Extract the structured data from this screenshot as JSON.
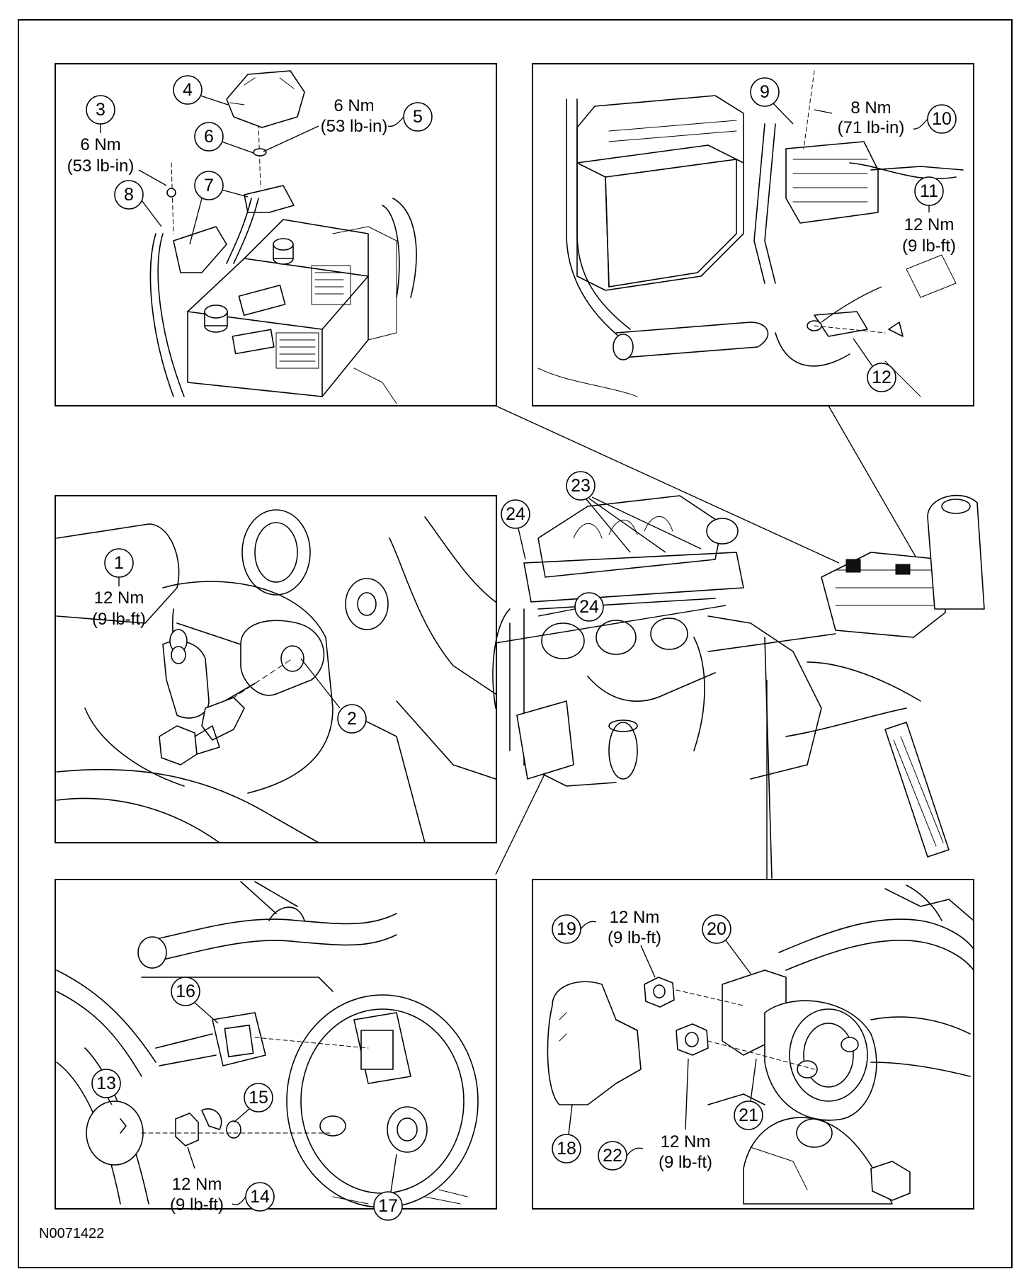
{
  "figure_id": "N0071422",
  "callouts": {
    "c1": "1",
    "c2": "2",
    "c3": "3",
    "c4": "4",
    "c5": "5",
    "c6": "6",
    "c7": "7",
    "c8": "8",
    "c9": "9",
    "c10": "10",
    "c11": "11",
    "c12": "12",
    "c13": "13",
    "c14": "14",
    "c15": "15",
    "c16": "16",
    "c17": "17",
    "c18": "18",
    "c19": "19",
    "c20": "20",
    "c21": "21",
    "c22": "22",
    "c23": "23",
    "c24a": "24",
    "c24b": "24"
  },
  "torques": {
    "t1": [
      "12 Nm",
      "(9 lb-ft)"
    ],
    "t3": [
      "6 Nm",
      "(53 lb-in)"
    ],
    "t5": [
      "6 Nm",
      "(53 lb-in)"
    ],
    "t10": [
      "8 Nm",
      "(71 lb-in)"
    ],
    "t11": [
      "12 Nm",
      "(9 lb-ft)"
    ],
    "t14": [
      "12 Nm",
      "(9 lb-ft)"
    ],
    "t19": [
      "12 Nm",
      "(9 lb-ft)"
    ],
    "t22": [
      "12 Nm",
      "(9 lb-ft)"
    ]
  }
}
